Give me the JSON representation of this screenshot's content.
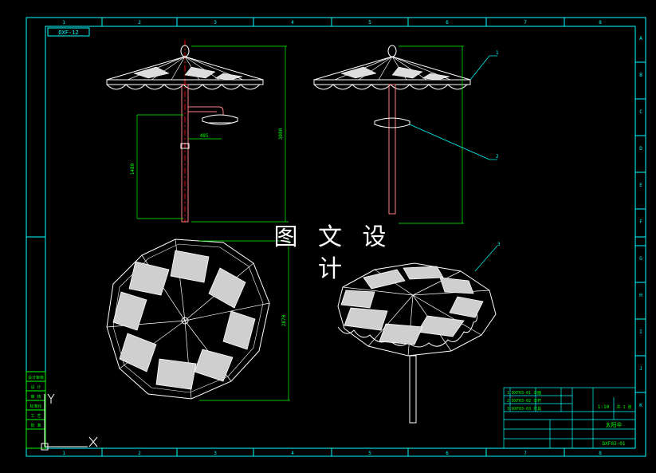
{
  "watermark": "图 文 设 计",
  "stamp_top_left": "DXF-12",
  "grid_top": [
    "1",
    "2",
    "3",
    "4",
    "5",
    "6",
    "7",
    "8"
  ],
  "grid_bottom": [
    "1",
    "2",
    "3",
    "4",
    "5",
    "6",
    "7",
    "8"
  ],
  "grid_right": [
    "A",
    "B",
    "C",
    "D",
    "E",
    "F",
    "G",
    "H",
    "I",
    "J",
    "K"
  ],
  "dimensions": {
    "arm_length": "485",
    "lamp_height": "1480",
    "total_height": "3080",
    "canopy_dia": "2870"
  },
  "leaders": [
    "1",
    "2",
    "3"
  ],
  "side_table": [
    "设计审核",
    "设 计",
    "审 核",
    "标准化",
    "工 艺",
    "批 准"
  ],
  "title_block": {
    "name": "太阳伞",
    "code": "DXF03-01",
    "scale": "1:10",
    "sheet": "共 1 张",
    "rows": [
      "1  DXF03-01  伞面",
      "2  DXF03-02  伞杆",
      "3  DXF03-03  灯具"
    ]
  },
  "colors": {
    "frame": "#00ffff",
    "line": "#ffffff",
    "dim": "#00ff00",
    "pole": "#ff6060",
    "center": "#ff0000"
  }
}
